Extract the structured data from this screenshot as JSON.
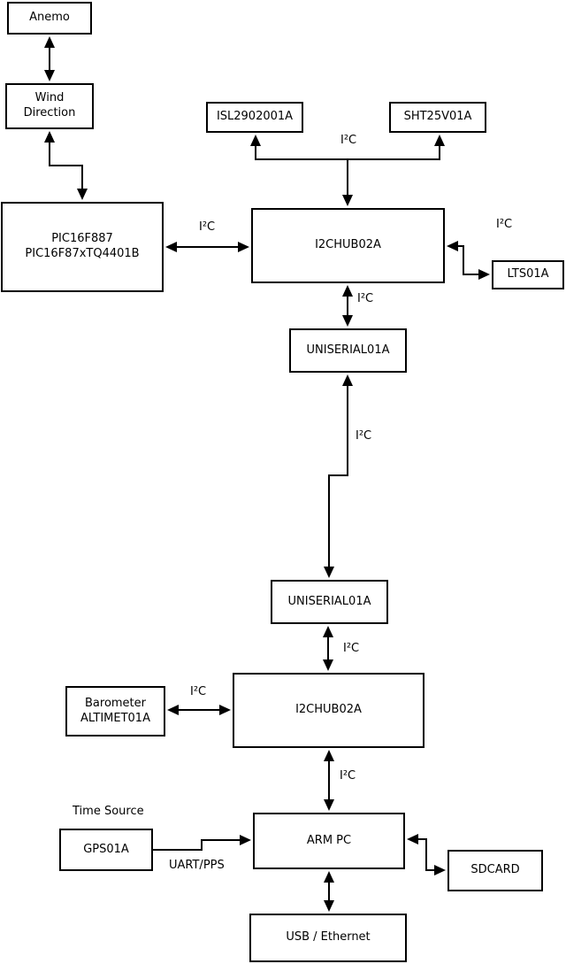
{
  "colors": {
    "background": "#ffffff",
    "line": "#000000",
    "box_fill": "#ffffff",
    "box_border": "#000000",
    "text": "#000000"
  },
  "nodes": {
    "anemo": {
      "label": "Anemo"
    },
    "wind_direction": {
      "line1": "Wind",
      "line2": "Direction"
    },
    "pic": {
      "line1": "PIC16F887",
      "line2": "PIC16F87xTQ4401B"
    },
    "isl": {
      "label": "ISL2902001A"
    },
    "sht": {
      "label": "SHT25V01A"
    },
    "i2c_hub_top": {
      "label": "I2CHUB02A"
    },
    "lts": {
      "label": "LTS01A"
    },
    "uniserial_top": {
      "label": "UNISERIAL01A"
    },
    "uniserial_bottom": {
      "label": "UNISERIAL01A"
    },
    "i2c_hub_bottom": {
      "label": "I2CHUB02A"
    },
    "barometer": {
      "line1": "Barometer",
      "line2": "ALTIMET01A"
    },
    "arm_pc": {
      "label": "ARM PC"
    },
    "gps": {
      "label": "GPS01A"
    },
    "sdcard": {
      "label": "SDCARD"
    },
    "usb_ethernet": {
      "label": "USB / Ethernet"
    }
  },
  "edge_labels": {
    "i2c": "I²C",
    "uart_pps": "UART/PPS",
    "time_source": "Time Source"
  },
  "connections": [
    {
      "from": "Anemo",
      "to": "Wind Direction",
      "style": "bidirectional"
    },
    {
      "from": "Wind Direction",
      "to": "PIC16F887 PIC16F87xTQ4401B",
      "style": "bidirectional"
    },
    {
      "from": "PIC16F887 PIC16F87xTQ4401B",
      "to": "I2CHUB02A (top)",
      "label": "I²C",
      "style": "bidirectional"
    },
    {
      "from": "I2CHUB02A (top)",
      "to": "ISL2902001A",
      "label": "I²C",
      "style": "bus-arrow"
    },
    {
      "from": "I2CHUB02A (top)",
      "to": "SHT25V01A",
      "label": "I²C",
      "style": "bus-arrow"
    },
    {
      "from": "I2CHUB02A (top)",
      "to": "LTS01A",
      "label": "I²C",
      "style": "bidirectional"
    },
    {
      "from": "I2CHUB02A (top)",
      "to": "UNISERIAL01A (top)",
      "label": "I²C",
      "style": "bidirectional"
    },
    {
      "from": "UNISERIAL01A (top)",
      "to": "UNISERIAL01A (bottom)",
      "label": "I²C",
      "style": "bidirectional"
    },
    {
      "from": "UNISERIAL01A (bottom)",
      "to": "I2CHUB02A (bottom)",
      "label": "I²C",
      "style": "bidirectional"
    },
    {
      "from": "Barometer ALTIMET01A",
      "to": "I2CHUB02A (bottom)",
      "label": "I²C",
      "style": "bidirectional"
    },
    {
      "from": "I2CHUB02A (bottom)",
      "to": "ARM PC",
      "label": "I²C",
      "style": "bidirectional"
    },
    {
      "from": "GPS01A",
      "to": "ARM PC",
      "label": "UART/PPS",
      "style": "arrow"
    },
    {
      "from": "ARM PC",
      "to": "SDCARD",
      "style": "bidirectional"
    },
    {
      "from": "ARM PC",
      "to": "USB / Ethernet",
      "style": "bidirectional"
    }
  ]
}
